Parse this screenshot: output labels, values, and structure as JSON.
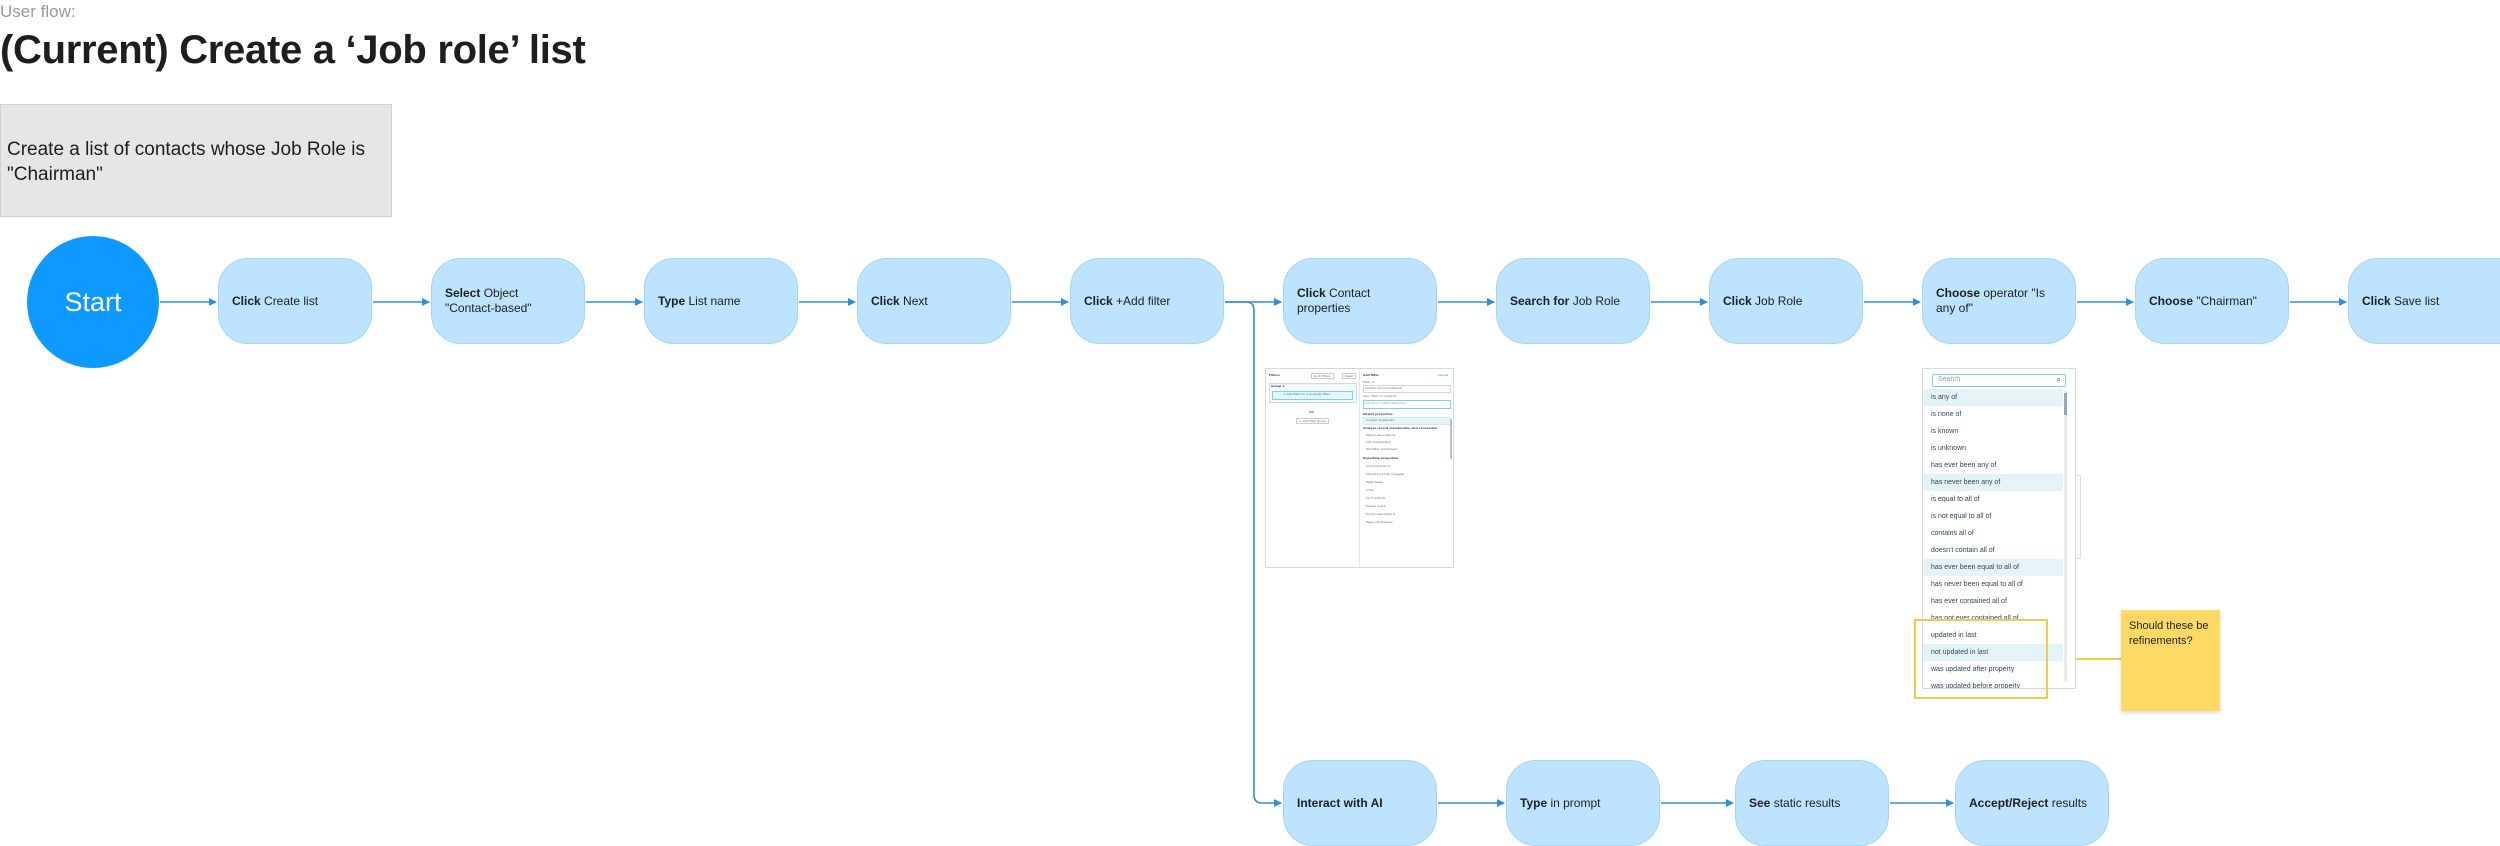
{
  "header": {
    "eyebrow": "User flow:",
    "title": "(Current) Create a ‘Job role’ list"
  },
  "goal": {
    "text": "Create a list of contacts whose Job Role is \"Chairman\""
  },
  "start": {
    "label": "Start"
  },
  "steps": [
    {
      "bold": "Click",
      "rest": " Create list"
    },
    {
      "bold": "Select",
      "rest": " Object \"Contact-based\""
    },
    {
      "bold": "Type",
      "rest": " List name"
    },
    {
      "bold": "Click",
      "rest": " Next"
    },
    {
      "bold": "Click",
      "rest": " +Add filter"
    },
    {
      "bold": "Click",
      "rest": " Contact properties"
    },
    {
      "bold": "Search for",
      "rest": " Job Role"
    },
    {
      "bold": "Click",
      "rest": " Job Role"
    },
    {
      "bold": "Choose",
      "rest": " operator \"Is any of\""
    },
    {
      "bold": "Choose",
      "rest": " \"Chairman\""
    },
    {
      "bold": "Click",
      "rest": " Save list"
    }
  ],
  "ai_steps": [
    {
      "bold": "Interact with AI",
      "rest": ""
    },
    {
      "bold": "Type",
      "rest": " in prompt"
    },
    {
      "bold": "See",
      "rest": " static results"
    },
    {
      "bold": "Accept/Reject",
      "rest": " results"
    }
  ],
  "filter_screenshot": {
    "left_title": "Filters",
    "left_btn1": "⊕ All filters",
    "left_btn2": "Reset",
    "group_label": "Group 1",
    "add_filter": "+ Add filter for a property filter",
    "or_label": "OR",
    "add_group": "+ Add filter group",
    "right_title": "Add filter",
    "cancel": "Cancel",
    "filter_on": "Filter on",
    "object_select": "Contact (Current Object)",
    "also_label": "Also, filter on contacts",
    "search_ph": "Search in 3,900 categories",
    "section1": "Object properties",
    "active_item": "Contact properties",
    "section2": "Analyze record membership and conversion",
    "section2_items": [
      "Object associations",
      "List membership",
      "Workflow enrollment"
    ],
    "section3": "Reporting properties",
    "section3_items": [
      "Ads Interactions",
      "Marketing Email engaged",
      "Page Views",
      "CTAs",
      "Form submit",
      "Events event",
      "Email subscriptions",
      "Page submissions"
    ]
  },
  "operator_dropdown": {
    "search_ph": "Search",
    "items": [
      {
        "text": "is any of",
        "highlight": true
      },
      {
        "text": "is none of",
        "highlight": false
      },
      {
        "text": "is known",
        "highlight": false
      },
      {
        "text": "is unknown",
        "highlight": false
      },
      {
        "text": "has ever been any of",
        "highlight": false
      },
      {
        "text": "has never been any of",
        "highlight": true
      },
      {
        "text": "is equal to all of",
        "highlight": false
      },
      {
        "text": "is not equal to all of",
        "highlight": false
      },
      {
        "text": "contains all of",
        "highlight": false
      },
      {
        "text": "doesn't contain all of",
        "highlight": false
      },
      {
        "text": "has ever been equal to all of",
        "highlight": true
      },
      {
        "text": "has never been equal to all of",
        "highlight": false
      },
      {
        "text": "has ever contained all of",
        "highlight": false
      },
      {
        "text": "has not ever contained all of",
        "highlight": false
      },
      {
        "text": "updated in last",
        "highlight": false
      },
      {
        "text": "not updated in last",
        "highlight": true
      },
      {
        "text": "was updated after property",
        "highlight": false
      },
      {
        "text": "was updated before property",
        "highlight": false
      }
    ]
  },
  "sticky_note": {
    "text": "Should these be refinements?"
  },
  "colors": {
    "accent": "#0d99ff",
    "node_fill": "#bde3ff",
    "connector": "#2d8fd5",
    "sticky": "#ffd966",
    "highlight_box": "#f2c94c"
  }
}
